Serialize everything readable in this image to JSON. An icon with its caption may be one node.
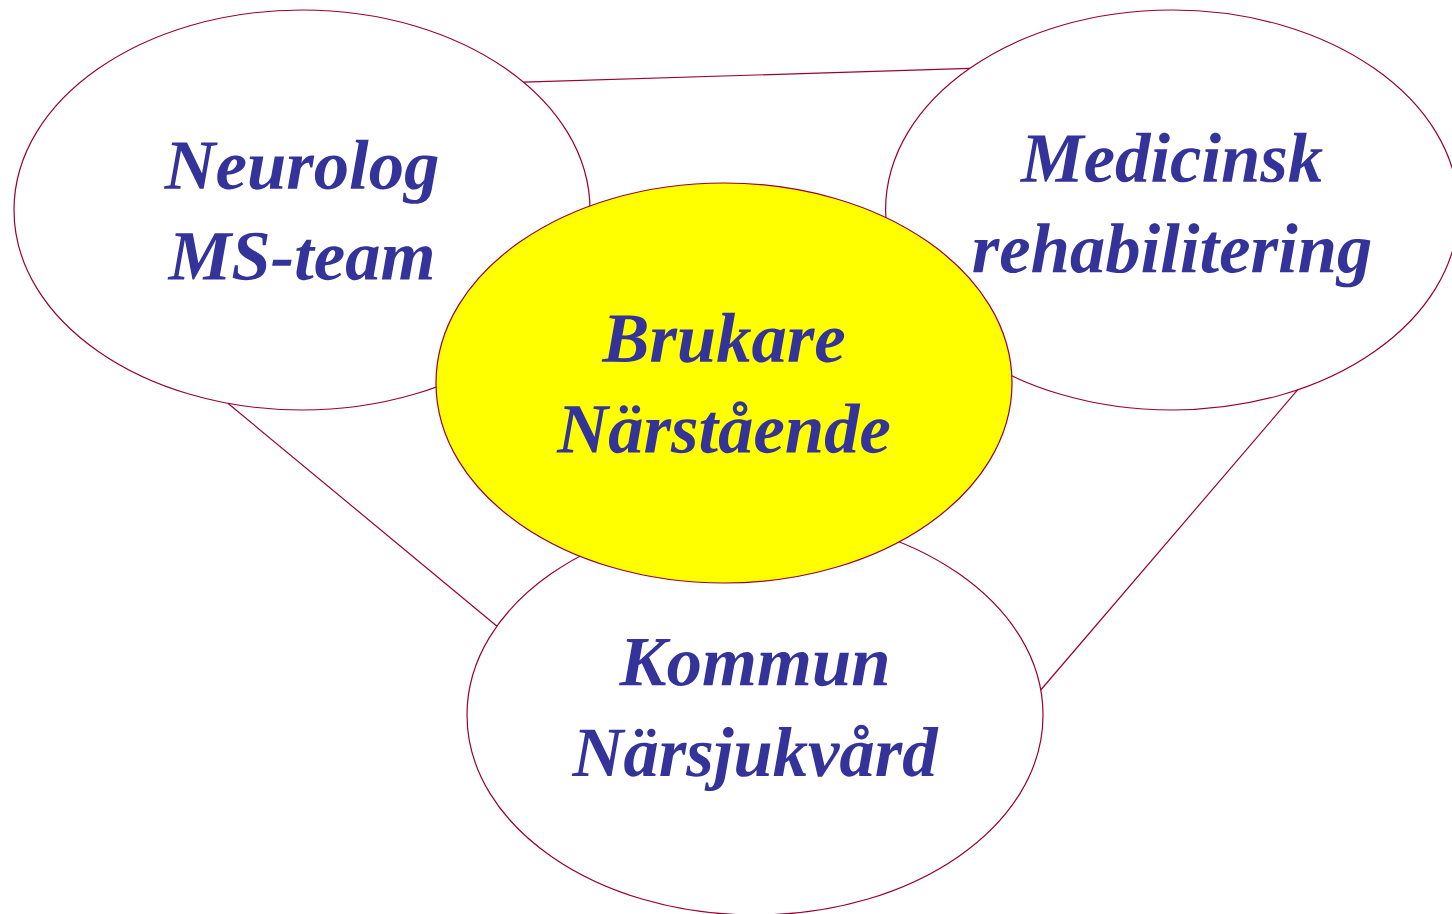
{
  "diagram": {
    "nodes": [
      {
        "text": [
          "Neurolog",
          "MS-team"
        ]
      },
      {
        "text": [
          "Medicinsk rehabilitering"
        ]
      },
      {
        "text": [
          "Brukare",
          "Närstående"
        ]
      },
      {
        "text": [
          "Kommun",
          "Närsjukvård"
        ]
      }
    ],
    "edges": [
      {
        "from": 0,
        "to": 1,
        "arrow": "none"
      },
      {
        "from": 0,
        "to": 3,
        "arrow": "none"
      },
      {
        "from": 1,
        "to": 3,
        "arrow": "none"
      }
    ]
  }
}
